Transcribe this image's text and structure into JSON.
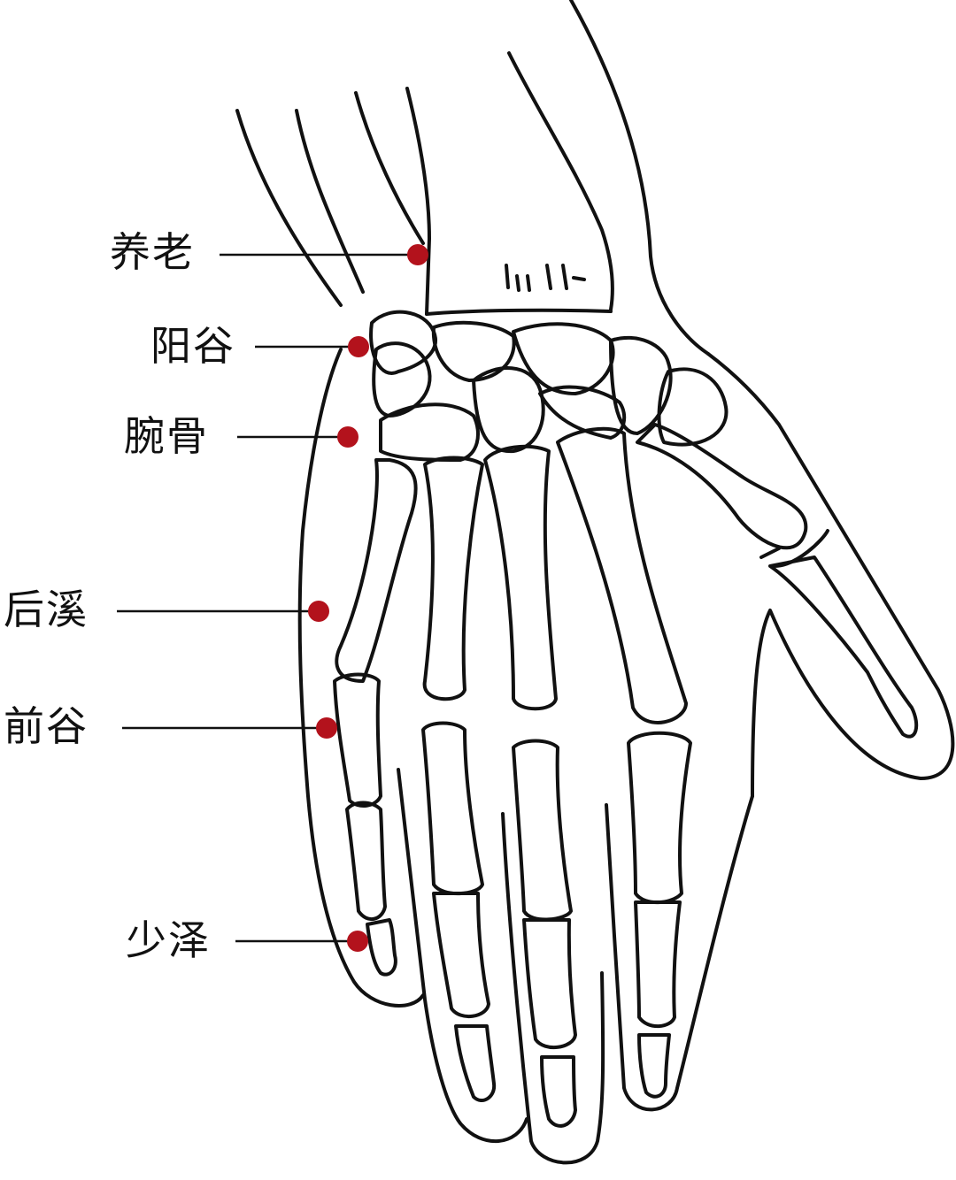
{
  "diagram": {
    "subject": "hand",
    "point_color": "#b3121c",
    "points": [
      {
        "id": "yanglao",
        "label": "养老"
      },
      {
        "id": "yanggu",
        "label": "阳谷"
      },
      {
        "id": "wangu",
        "label": "腕骨"
      },
      {
        "id": "houxi",
        "label": "后溪"
      },
      {
        "id": "qiangu",
        "label": "前谷"
      },
      {
        "id": "shaoze",
        "label": "少泽"
      }
    ]
  }
}
